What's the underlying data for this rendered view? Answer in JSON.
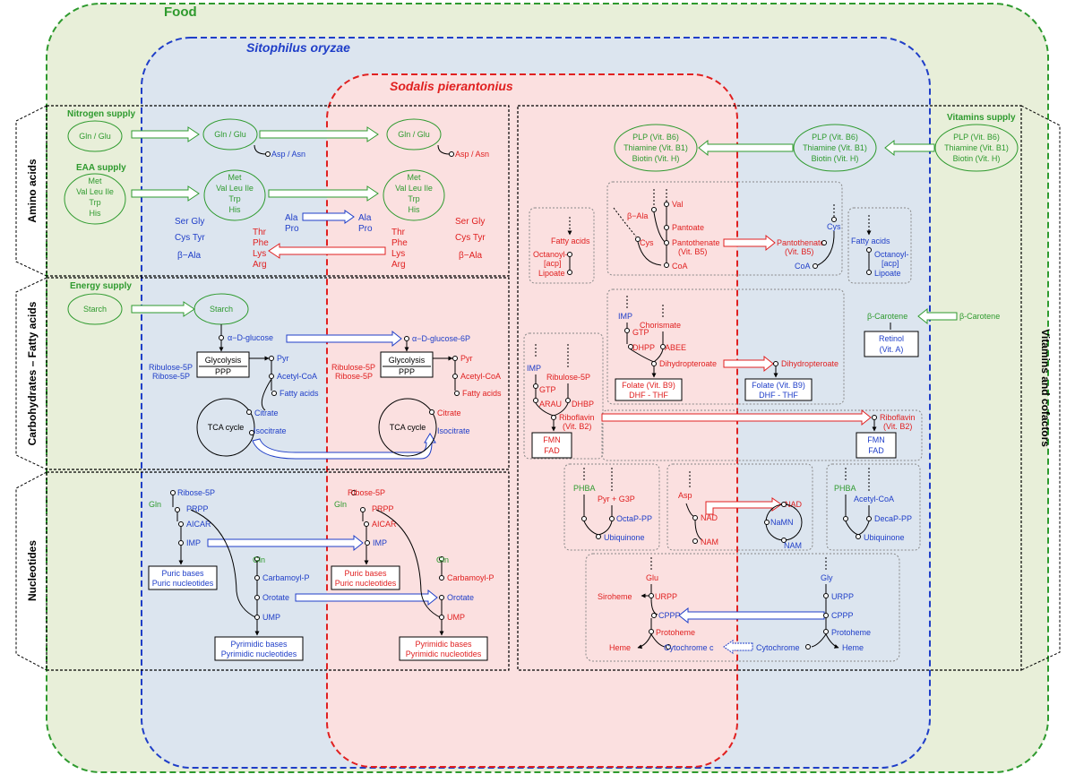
{
  "titles": {
    "food": "Food",
    "host": "Sitophilus oryzae",
    "symbiont": "Sodalis pierantonius"
  },
  "sections": {
    "amino_acids": "Amino acids",
    "carbohydrates": "Carbohydrates – Fatty acids",
    "nucleotides": "Nucleotides",
    "vitamins": "Vitamins and cofactors"
  },
  "supplies": {
    "nitrogen": "Nitrogen supply",
    "eaa": "EAA supply",
    "energy": "Energy supply",
    "vitamins": "Vitamins supply"
  },
  "labels": {
    "gln_glu": "Gln / Glu",
    "asp_asn": "Asp / Asn",
    "met": "Met",
    "val_leu_ile": "Val  Leu  Ile",
    "trp": "Trp",
    "his": "His",
    "ser_gly": "Ser  Gly",
    "cys_tyr": "Cys  Tyr",
    "beta_ala": "β−Ala",
    "ala": "Ala",
    "pro": "Pro",
    "thr": "Thr",
    "phe": "Phe",
    "lys": "Lys",
    "arg": "Arg",
    "starch": "Starch",
    "a_d_glucose": "α−D-glucose",
    "a_d_glucose_6p": "α−D-glucose-6P",
    "glycolysis": "Glycolysis",
    "ppp": "PPP",
    "ribulose_5p": "Ribulose-5P",
    "ribose_5p": "Ribose-5P",
    "pyr": "Pyr",
    "acetyl_coa": "Acetyl-CoA",
    "fatty_acids": "Fatty acids",
    "tca": "TCA cycle",
    "citrate": "Citrate",
    "isocitrate": "Isocitrate",
    "gln": "Gln",
    "prpp": "PRPP",
    "aicar": "AICAR",
    "imp": "IMP",
    "puric_bases": "Puric bases",
    "puric_nucleotides": "Puric nucleotides",
    "carbamoyl_p": "Carbamoyl-P",
    "orotate": "Orotate",
    "ump": "UMP",
    "pyrimidic_bases": "Pyrimidic bases",
    "pyrimidic_nucleotides": "Pyrimidic  nucleotides",
    "plp": "PLP (Vit. B6)",
    "thiamine": "Thiamine (Vit. B1)",
    "biotin": "Biotin (Vit. H)",
    "val": "Val",
    "pantoate": "Pantoate",
    "cys": "Cys",
    "pantothenate": "Pantothenate",
    "vit_b5": "(Vit. B5)",
    "coa": "CoA",
    "octanoyl": "Octanoyl-",
    "acp": "[acp]",
    "lipoate": "Lipoate",
    "chorismate": "Chorismate",
    "gtp": "GTP",
    "dhpp": "DHPP",
    "abee": "ABEE",
    "dihydropteroate": "Dihydropteroate",
    "folate": "Folate (Vit. B9)",
    "dhf_thf": "DHF - THF",
    "beta_carotene": "β-Carotene",
    "retinol": "Retinol",
    "vit_a": "(Vit. A)",
    "arau": "ARAU",
    "dhbp": "DHBP",
    "riboflavin": "Riboflavin",
    "vit_b2": "(Vit. B2)",
    "fmn": "FMN",
    "fad": "FAD",
    "phba": "PHBA",
    "pyr_g3p": "Pyr + G3P",
    "octap_pp": "OctaP-PP",
    "decap_pp": "DecaP-PP",
    "ubiquinone": "Ubiquinone",
    "asp": "Asp",
    "nad": "NAD",
    "nam": "NAM",
    "namn": "NaMN",
    "glu": "Glu",
    "gly": "Gly",
    "urpp": "URPP",
    "cppp": "CPPP",
    "siroheme": "Siroheme",
    "protoheme": "Protoheme",
    "heme": "Heme",
    "cytochrome_c": "Cytochrome c",
    "cytochrome": "Cytochrome"
  },
  "colors": {
    "food": "#2e9a2e",
    "host": "#1f3ec8",
    "symbiont": "#e02020",
    "food_bg": "#e8efd9",
    "host_bg": "#dce5ef",
    "sym_bg": "#fbe0e0"
  }
}
